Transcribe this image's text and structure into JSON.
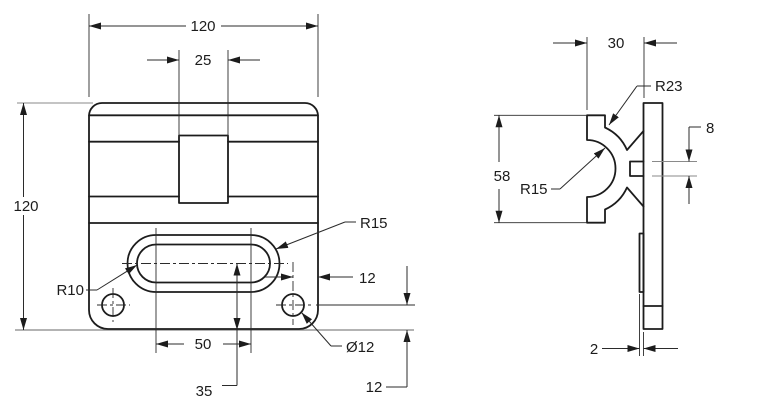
{
  "drawing": {
    "title": "two-view technical drawing of a clamp plate",
    "colors": {
      "line": "#1c1c1c",
      "projection": "#9a9a9a",
      "background": "#ffffff"
    },
    "front": {
      "width": "120",
      "notch_width": "25",
      "height": "120",
      "slot_outer_radius": "R15",
      "slot_inner_radius": "R10",
      "hole_edge_offset": "12",
      "hole_diameter": "Ø12",
      "slot_center_distance": "50",
      "slot_center_height": "35",
      "hole_bottom_offset": "12"
    },
    "side": {
      "depth": "30",
      "boss_radius": "R23",
      "boss_height": "58",
      "groove_radius": "R15",
      "rib_thickness": "8",
      "lip_thickness": "2"
    }
  }
}
